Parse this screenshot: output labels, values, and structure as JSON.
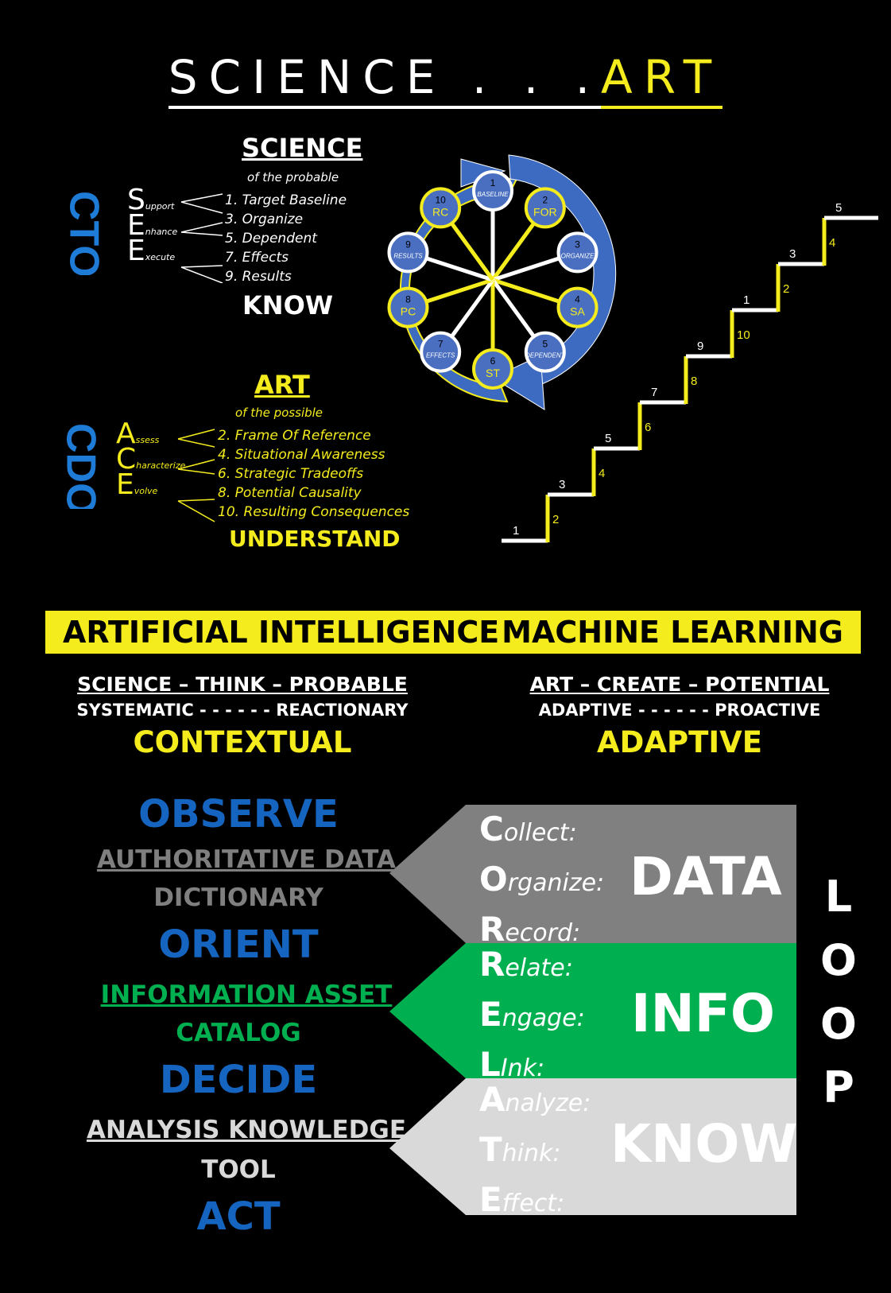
{
  "header": {
    "left": "SCIENCE . . .",
    "right": "ART"
  },
  "science": {
    "title": "SCIENCE",
    "subtitle": "of the probable",
    "logo": "CTO",
    "acronym": [
      {
        "letter": "S",
        "word": "upport"
      },
      {
        "letter": "E",
        "word": "nhance"
      },
      {
        "letter": "E",
        "word": "xecute"
      }
    ],
    "items": [
      "1.   Target Baseline",
      "3.   Organize",
      "5.   Dependent",
      "7.   Effects",
      "9.   Results"
    ],
    "footer": "KNOW"
  },
  "art": {
    "title": "ART",
    "subtitle": "of the possible",
    "logo": "CDO",
    "acronym": [
      {
        "letter": "A",
        "word": "ssess"
      },
      {
        "letter": "C",
        "word": "haracterize"
      },
      {
        "letter": "E",
        "word": "volve"
      }
    ],
    "items": [
      "2.  Frame Of Reference",
      "4.  Situational Awareness",
      "6.  Strategic Tradeoffs",
      "8.   Potential Causality",
      "10. Resulting Consequences"
    ],
    "footer": "UNDERSTAND"
  },
  "wheel": {
    "nodes": [
      {
        "num": "1",
        "label": "BASELINE",
        "kind": "white"
      },
      {
        "num": "2",
        "label": "FOR",
        "kind": "yellow"
      },
      {
        "num": "3",
        "label": "ORGANIZE",
        "kind": "white"
      },
      {
        "num": "4",
        "label": "SA",
        "kind": "yellow"
      },
      {
        "num": "5",
        "label": "DEPENDENT",
        "kind": "white"
      },
      {
        "num": "6",
        "label": "ST",
        "kind": "yellow"
      },
      {
        "num": "7",
        "label": "EFFECTS",
        "kind": "white"
      },
      {
        "num": "8",
        "label": "PC",
        "kind": "yellow"
      },
      {
        "num": "9",
        "label": "RESULTS",
        "kind": "white"
      },
      {
        "num": "10",
        "label": "RC",
        "kind": "yellow"
      }
    ],
    "colors": {
      "node_fill": "#4a6fc0",
      "white_ring": "#ffffff",
      "yellow_ring": "#f4ec1c",
      "arrow": "#3d6bc2"
    }
  },
  "stairs": {
    "white_labels": [
      "1",
      "3",
      "5",
      "7",
      "9",
      "1",
      "3",
      "5"
    ],
    "yellow_labels": [
      "2",
      "4",
      "6",
      "8",
      "10",
      "2",
      "4"
    ]
  },
  "band": {
    "left": "ARTIFICIAL INTELLIGENCE",
    "right": "MACHINE LEARNING"
  },
  "ai": {
    "line1": "SCIENCE – THINK – PROBABLE",
    "line2": "SYSTEMATIC - - - - - - REACTIONARY",
    "line3": "CONTEXTUAL"
  },
  "ml": {
    "line1": "ART – CREATE – POTENTIAL",
    "line2": "ADAPTIVE - - - - - - PROACTIVE",
    "line3": "ADAPTIVE"
  },
  "ooda": {
    "observe": "OBSERVE",
    "observe_sub1": "AUTHORITATIVE DATA",
    "observe_sub2": "DICTIONARY",
    "orient": "ORIENT",
    "orient_sub1": "INFORMATION ASSET",
    "orient_sub2": "CATALOG",
    "decide": "DECIDE",
    "decide_sub1": "ANALYSIS KNOWLEDGE",
    "decide_sub2": "TOOL",
    "act": "ACT"
  },
  "panels": [
    {
      "color": "#808080",
      "text_color": "#ffffff",
      "big": "DATA",
      "lines": [
        {
          "letter": "C",
          "rest": "ollect:"
        },
        {
          "letter": "O",
          "rest": "rganize:"
        },
        {
          "letter": "R",
          "rest": "ecord:"
        }
      ]
    },
    {
      "color": "#00b050",
      "text_color": "#ffffff",
      "big": "INFO",
      "lines": [
        {
          "letter": "R",
          "rest": "elate:"
        },
        {
          "letter": "E",
          "rest": "ngage:"
        },
        {
          "letter": "L",
          "rest": "Ink:"
        }
      ]
    },
    {
      "color": "#d9d9d9",
      "text_color": "#ffffff",
      "big": "KNOW",
      "lines": [
        {
          "letter": "A",
          "rest": "nalyze:"
        },
        {
          "letter": "T",
          "rest": "hink:"
        },
        {
          "letter": "E",
          "rest": "ffect:"
        }
      ]
    }
  ],
  "loop": [
    "L",
    "O",
    "O",
    "P"
  ]
}
